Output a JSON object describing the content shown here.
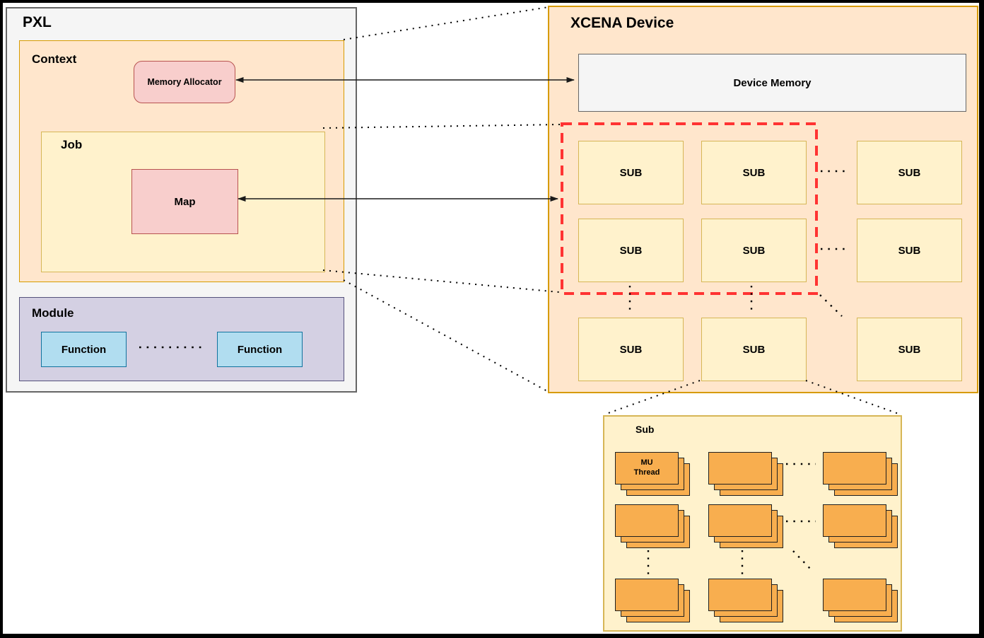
{
  "pxl": {
    "title": "PXL",
    "context": {
      "label": "Context",
      "memory_allocator": "Memory Allocator",
      "job": {
        "label": "Job",
        "map": "Map"
      }
    },
    "module": {
      "label": "Module",
      "functions": [
        "Function",
        "Function"
      ]
    }
  },
  "xcena": {
    "title": "XCENA Device",
    "device_memory": "Device Memory",
    "sub_cells": [
      "SUB",
      "SUB",
      "SUB",
      "SUB",
      "SUB",
      "SUB",
      "SUB",
      "SUB",
      "SUB"
    ]
  },
  "sub_detail": {
    "label": "Sub",
    "mu_thread": {
      "line1": "MU",
      "line2": "Thread"
    }
  },
  "palette": {
    "pxl_fill": "#f5f5f5",
    "pxl_border": "#666666",
    "peach_fill": "#ffe6cc",
    "peach_border": "#d79b00",
    "yellow_fill": "#fff2cc",
    "yellow_border": "#d6b656",
    "pink_fill": "#f8cecc",
    "pink_border": "#b85450",
    "purple_fill": "#d4d0e3",
    "purple_border": "#55517b",
    "blue_fill": "#b1ddf0",
    "blue_border": "#10739e",
    "orange_card_fill": "#f8ae4f",
    "highlight_dashed": "#ff3333",
    "connector": "#1a1a1a"
  }
}
